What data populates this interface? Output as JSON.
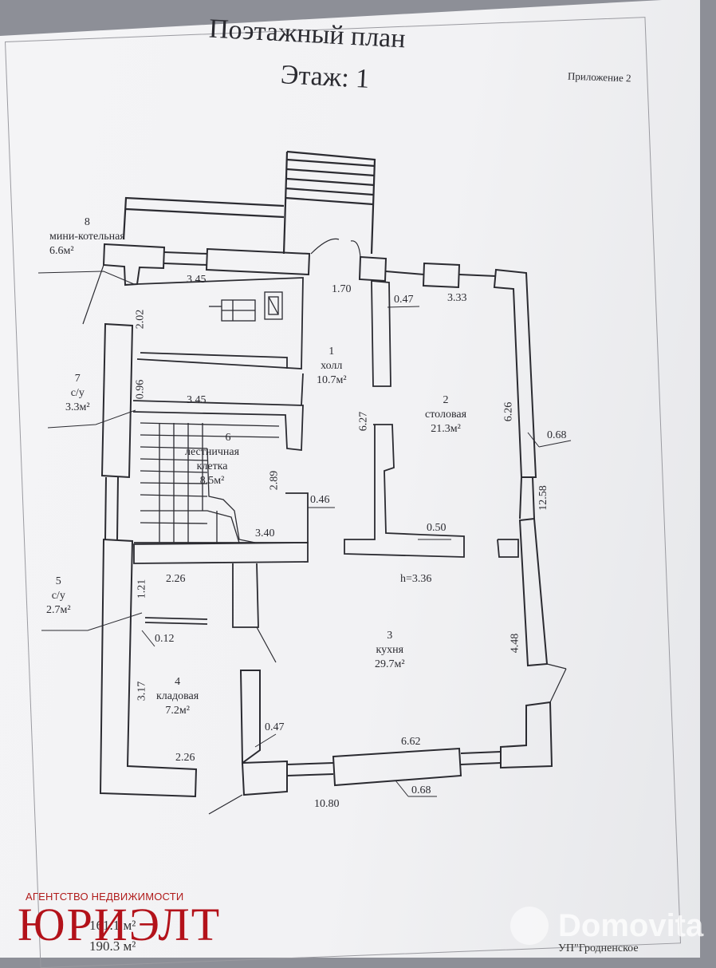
{
  "header": {
    "title_line1": "Поэтажный план",
    "title_line2": "Этаж: 1",
    "appendix": "Приложение 2"
  },
  "rooms": [
    {
      "number": "1",
      "name": "холл",
      "area": "10.7м²"
    },
    {
      "number": "2",
      "name": "столовая",
      "area": "21.3м²"
    },
    {
      "number": "3",
      "name": "кухня",
      "area": "29.7м²"
    },
    {
      "number": "4",
      "name": "кладовая",
      "area": "7.2м²"
    },
    {
      "number": "5",
      "name": "с/у",
      "area": "2.7м²"
    },
    {
      "number": "6",
      "name": "лестничная клетка",
      "name_line1": "лестничная",
      "name_line2": "клетка",
      "area": "8.5м²"
    },
    {
      "number": "7",
      "name": "с/у",
      "area": "3.3м²"
    },
    {
      "number": "8",
      "name": "мини-котельная",
      "area": "6.6м²"
    }
  ],
  "ceiling_height": "h=3.36",
  "dimensions": {
    "d_3_45_top": "3.45",
    "d_1_70": "1.70",
    "d_0_47_top": "0.47",
    "d_3_33": "3.33",
    "d_2_02": "2.02",
    "d_0_96": "0.96",
    "d_3_45_mid": "3.45",
    "d_6_27": "6.27",
    "d_6_26": "6.26",
    "d_0_68_right": "0.68",
    "d_2_89": "2.89",
    "d_0_46": "0.46",
    "d_12_58": "12.58",
    "d_3_40": "3.40",
    "d_0_50": "0.50",
    "d_2_26_top": "2.26",
    "d_1_21": "1.21",
    "d_0_12": "0.12",
    "d_4_48": "4.48",
    "d_3_17": "3.17",
    "d_0_47_bottom": "0.47",
    "d_6_62": "6.62",
    "d_2_26_bottom": "2.26",
    "d_0_68_bottom": "0.68",
    "d_10_80": "10.80"
  },
  "footer": {
    "agency_tagline": "АГЕНТСТВО НЕДВИЖИМОСТИ",
    "agency_name": "ЮРИЭЛТ",
    "area_partial": "161.1 м²",
    "area_total": "190.3 м²",
    "watermark": "Domovita",
    "org_partial": "УП\"Гродненское"
  },
  "colors": {
    "agency_red": "#b3121a",
    "wall": "#2b2b31"
  }
}
